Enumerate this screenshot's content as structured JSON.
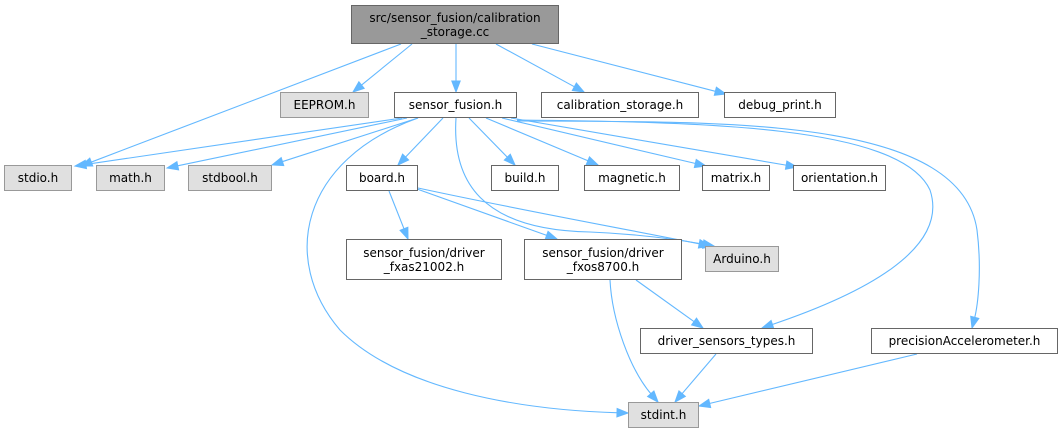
{
  "title": "Include dependency graph for calibration_storage.cc",
  "colors": {
    "edge": "#63b8ff",
    "root_fill": "#999999",
    "external_fill": "#e0e0e0",
    "node_fill": "#ffffff",
    "node_border": "#666666"
  },
  "nodes": {
    "root": {
      "label": "src/sensor_fusion/calibration\n_storage.cc",
      "kind": "root"
    },
    "eeprom": {
      "label": "EEPROM.h",
      "kind": "external"
    },
    "sensor_fusion": {
      "label": "sensor_fusion.h",
      "kind": "documented"
    },
    "calibration_storage": {
      "label": "calibration_storage.h",
      "kind": "documented"
    },
    "debug_print": {
      "label": "debug_print.h",
      "kind": "documented"
    },
    "stdio": {
      "label": "stdio.h",
      "kind": "external"
    },
    "math": {
      "label": "math.h",
      "kind": "external"
    },
    "stdbool": {
      "label": "stdbool.h",
      "kind": "external"
    },
    "board": {
      "label": "board.h",
      "kind": "documented"
    },
    "build": {
      "label": "build.h",
      "kind": "documented"
    },
    "magnetic": {
      "label": "magnetic.h",
      "kind": "documented"
    },
    "matrix": {
      "label": "matrix.h",
      "kind": "documented"
    },
    "orientation": {
      "label": "orientation.h",
      "kind": "documented"
    },
    "driver_fxas21002": {
      "label": "sensor_fusion/driver\n_fxas21002.h",
      "kind": "documented"
    },
    "driver_fxos8700": {
      "label": "sensor_fusion/driver\n_fxos8700.h",
      "kind": "documented"
    },
    "arduino": {
      "label": "Arduino.h",
      "kind": "external"
    },
    "driver_sensors_types": {
      "label": "driver_sensors_types.h",
      "kind": "documented"
    },
    "precision_accelerometer": {
      "label": "precisionAccelerometer.h",
      "kind": "documented"
    },
    "stdint": {
      "label": "stdint.h",
      "kind": "external"
    }
  },
  "edges": [
    {
      "from": "root",
      "to": "stdio"
    },
    {
      "from": "root",
      "to": "eeprom"
    },
    {
      "from": "root",
      "to": "sensor_fusion"
    },
    {
      "from": "root",
      "to": "calibration_storage"
    },
    {
      "from": "root",
      "to": "debug_print"
    },
    {
      "from": "sensor_fusion",
      "to": "stdio"
    },
    {
      "from": "sensor_fusion",
      "to": "math"
    },
    {
      "from": "sensor_fusion",
      "to": "stdbool"
    },
    {
      "from": "sensor_fusion",
      "to": "board"
    },
    {
      "from": "sensor_fusion",
      "to": "build"
    },
    {
      "from": "sensor_fusion",
      "to": "magnetic"
    },
    {
      "from": "sensor_fusion",
      "to": "matrix"
    },
    {
      "from": "sensor_fusion",
      "to": "orientation"
    },
    {
      "from": "sensor_fusion",
      "to": "arduino"
    },
    {
      "from": "sensor_fusion",
      "to": "driver_sensors_types"
    },
    {
      "from": "sensor_fusion",
      "to": "precision_accelerometer"
    },
    {
      "from": "sensor_fusion",
      "to": "stdint"
    },
    {
      "from": "board",
      "to": "driver_fxas21002"
    },
    {
      "from": "board",
      "to": "driver_fxos8700"
    },
    {
      "from": "board",
      "to": "arduino"
    },
    {
      "from": "driver_fxos8700",
      "to": "driver_sensors_types"
    },
    {
      "from": "driver_fxos8700",
      "to": "stdint"
    },
    {
      "from": "driver_sensors_types",
      "to": "stdint"
    },
    {
      "from": "precision_accelerometer",
      "to": "stdint"
    }
  ]
}
